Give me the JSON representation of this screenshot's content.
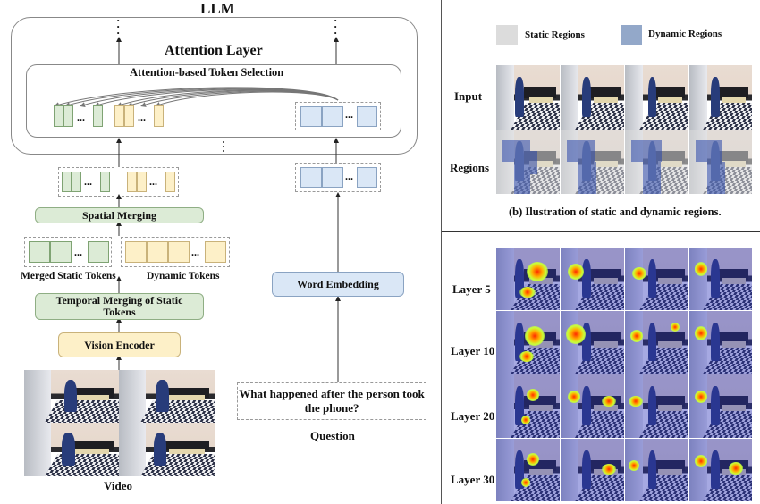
{
  "left_panel": {
    "llm_title": "LLM",
    "attention_layer_title": "Attention Layer",
    "token_selection_title": "Attention-based Token Selection",
    "spatial_merging": "Spatial Merging",
    "merged_static_tokens_label": "Merged Static Tokens",
    "dynamic_tokens_label": "Dynamic Tokens",
    "temporal_merging": "Temporal Merging of Static Tokens",
    "vision_encoder": "Vision Encoder",
    "video_label": "Video",
    "word_embedding": "Word Embedding",
    "question_text": "What happened after the person took the phone?",
    "question_label": "Question",
    "ellipsis": "...",
    "vertical_ellipsis": "⋮"
  },
  "right_top_panel": {
    "legend": [
      {
        "label": "Static Regions",
        "color": "#dcdcdc"
      },
      {
        "label": "Dynamic Regions",
        "color": "#93a8c9"
      }
    ],
    "row_labels": [
      "Input",
      "Regions"
    ],
    "caption": "(b) Ilustration of static and dynamic regions."
  },
  "right_bottom_panel": {
    "row_labels": [
      "Layer 5",
      "Layer 10",
      "Layer 20",
      "Layer 30"
    ]
  },
  "colors": {
    "static_token": "#dcebd6",
    "dynamic_token": "#fdf0c8",
    "text_token": "#dae7f6"
  }
}
